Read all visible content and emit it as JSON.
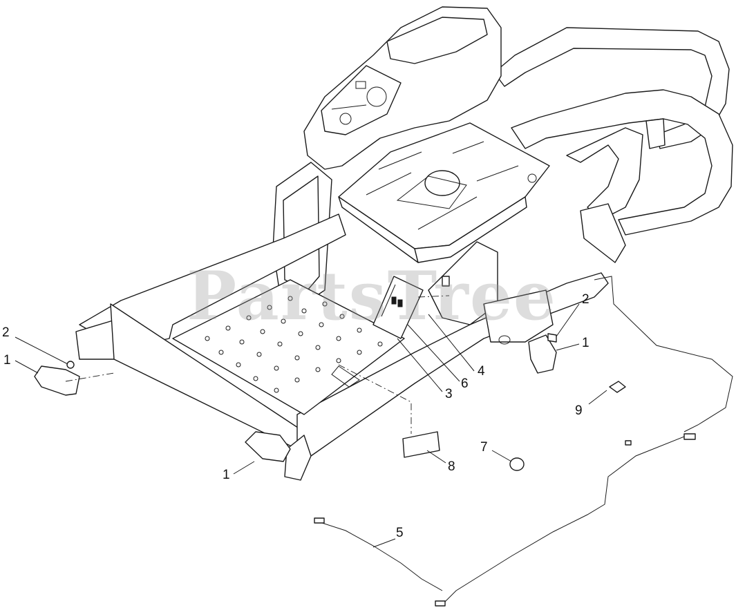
{
  "watermark": "PartsTree",
  "callouts": [
    {
      "id": "c1",
      "text": "2"
    },
    {
      "id": "c2",
      "text": "1"
    },
    {
      "id": "c3",
      "text": "1"
    },
    {
      "id": "c4",
      "text": "3"
    },
    {
      "id": "c5",
      "text": "6"
    },
    {
      "id": "c6",
      "text": "4"
    },
    {
      "id": "c7",
      "text": "2"
    },
    {
      "id": "c8",
      "text": "1"
    },
    {
      "id": "c9",
      "text": "9"
    },
    {
      "id": "c10",
      "text": "7"
    },
    {
      "id": "c11",
      "text": "8"
    },
    {
      "id": "c12",
      "text": "5"
    }
  ]
}
